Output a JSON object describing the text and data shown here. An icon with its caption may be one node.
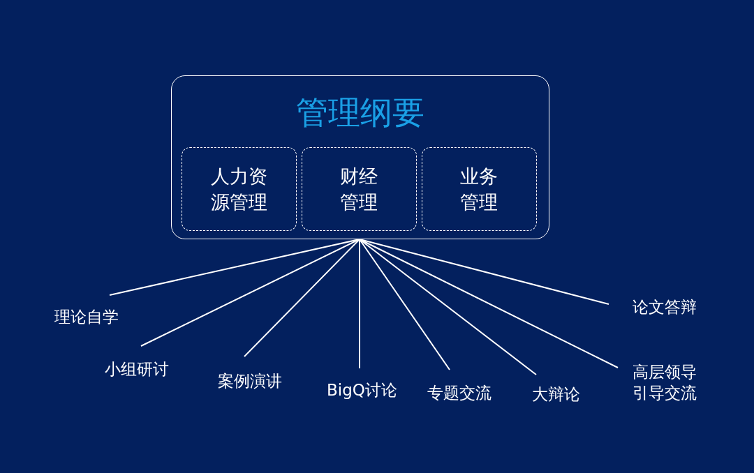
{
  "diagram": {
    "nodes": [
      {
        "text": [
          "管理纲要"
        ]
      },
      {
        "text": [
          "人力资源管理"
        ],
        "in": 0
      },
      {
        "text": [
          "财经管理"
        ],
        "in": 0
      },
      {
        "text": [
          "业务管理"
        ],
        "in": 0
      },
      {
        "text": [
          "理论自学"
        ]
      },
      {
        "text": [
          "小组研讨"
        ]
      },
      {
        "text": [
          "案例演讲"
        ]
      },
      {
        "text": [
          "BigQ讨论"
        ]
      },
      {
        "text": [
          "专题交流"
        ]
      },
      {
        "text": [
          "大辩论"
        ]
      },
      {
        "text": [
          "论文答辩"
        ]
      },
      {
        "text": [
          "高层领导引导交流"
        ]
      }
    ],
    "edges": [
      {
        "from": 0,
        "to": 4,
        "arrow": "none"
      },
      {
        "from": 0,
        "to": 5,
        "arrow": "none"
      },
      {
        "from": 0,
        "to": 6,
        "arrow": "none"
      },
      {
        "from": 0,
        "to": 7,
        "arrow": "none"
      },
      {
        "from": 0,
        "to": 8,
        "arrow": "none"
      },
      {
        "from": 0,
        "to": 9,
        "arrow": "none"
      },
      {
        "from": 0,
        "to": 10,
        "arrow": "none"
      },
      {
        "from": 0,
        "to": 11,
        "arrow": "none"
      }
    ]
  }
}
